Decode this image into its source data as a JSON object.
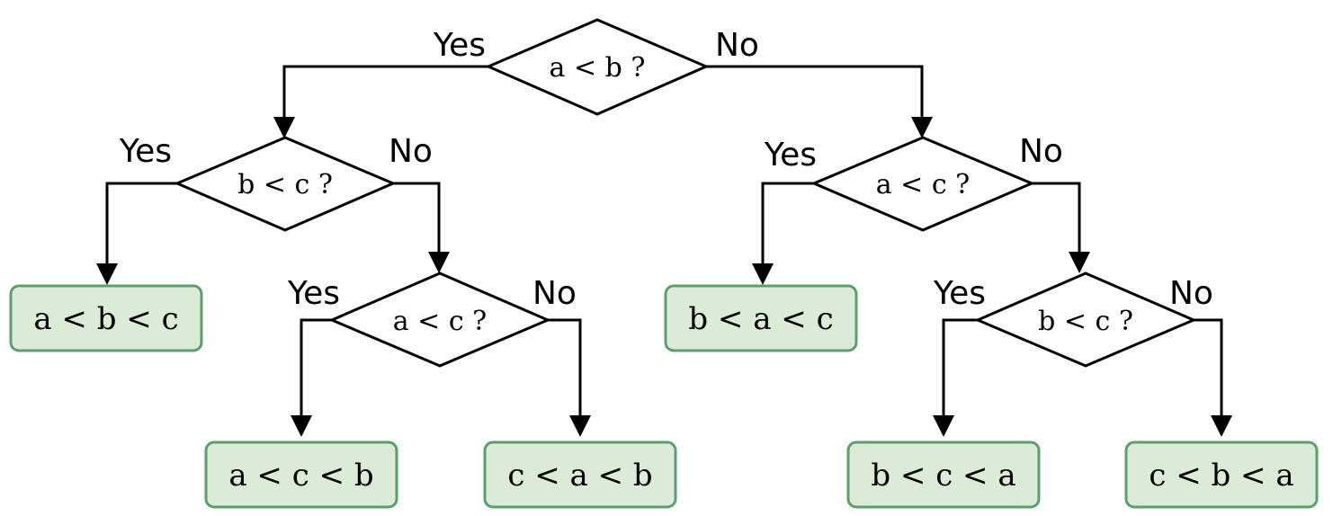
{
  "edge_labels": {
    "yes": "Yes",
    "no": "No"
  },
  "decisions": {
    "d1": "a < b ?",
    "d2": "b < c ?",
    "d3": "a < c ?",
    "d4": "a < c ?",
    "d5": "b < c ?"
  },
  "results": {
    "r1": "a < b < c",
    "r2": "a < c < b",
    "r3": "c < a < b",
    "r4": "b < a < c",
    "r5": "b < c < a",
    "r6": "c < b < a"
  }
}
